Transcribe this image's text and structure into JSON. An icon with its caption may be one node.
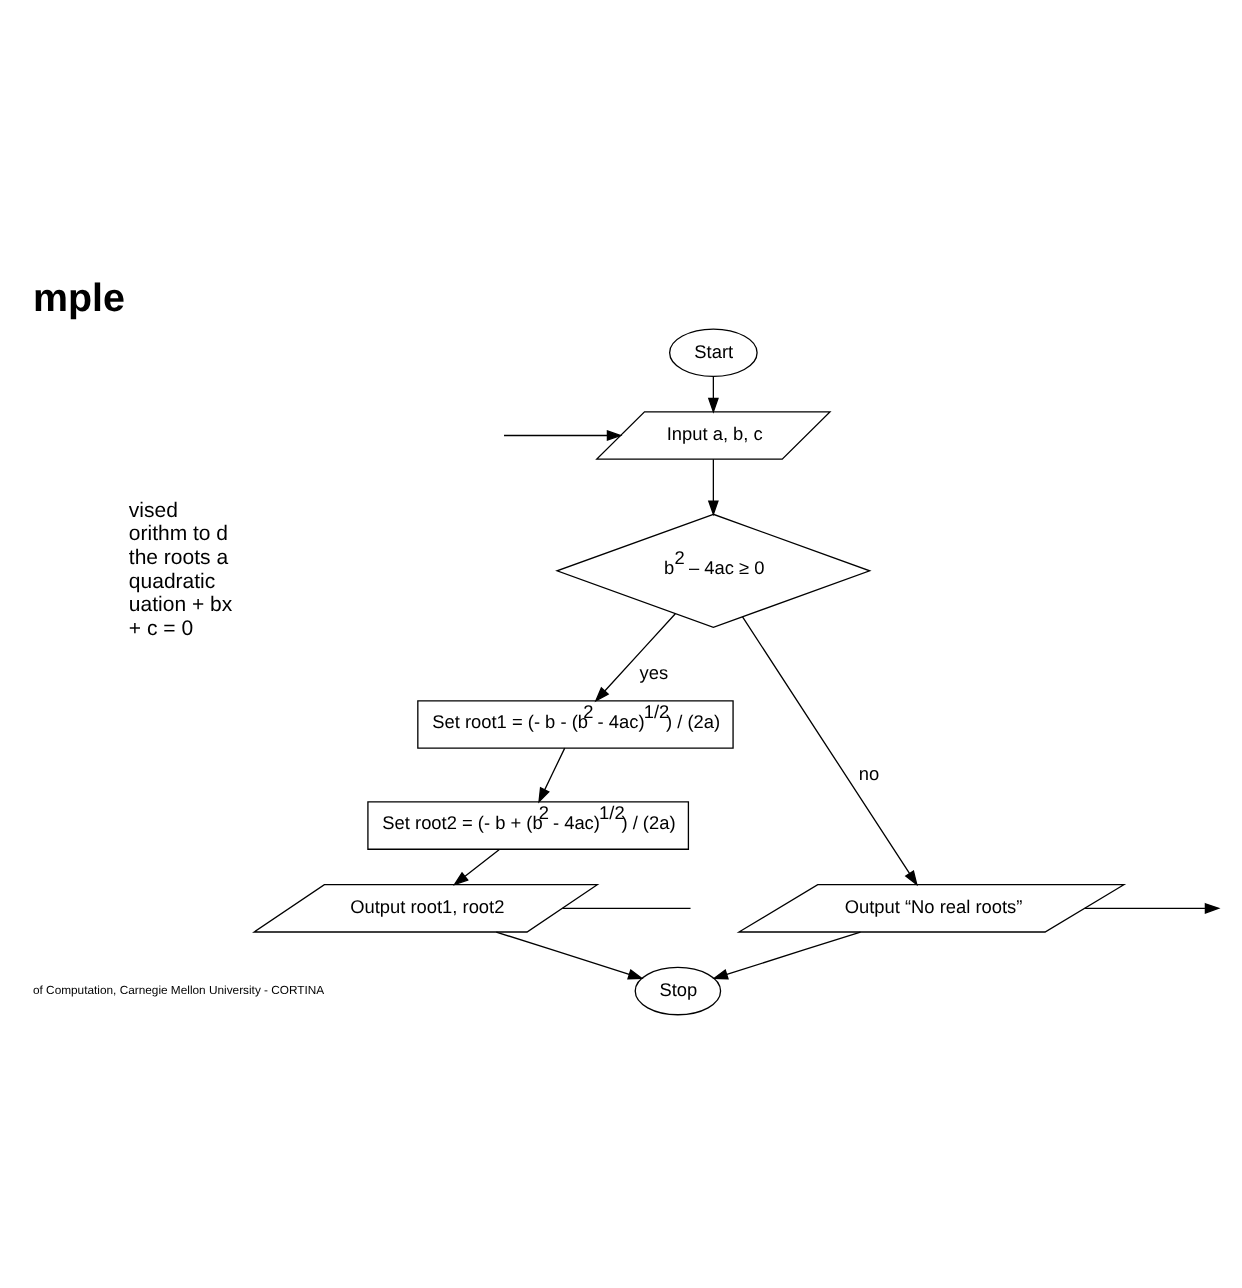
{
  "diagram": {
    "title": "mple",
    "nodes": [
      {
        "text": [
          "Start"
        ]
      },
      {
        "text": [
          "Input a, b, c"
        ]
      },
      {
        "text": [
          "b$^{2}$ – 4ac ≥ 0"
        ]
      },
      {
        "text": [
          "Set root1 = (- b - (b$^{2}$ - 4ac)$^{1/2}$) / (2a)"
        ]
      },
      {
        "text": [
          "Set root2 = (- b + (b$^{2}$ - 4ac)$^{1/2}$) / (2a)"
        ]
      },
      {
        "text": [
          "Output “No real roots”"
        ]
      },
      {
        "text": [
          "Output root1, root2"
        ]
      },
      {
        "text": [
          "Stop"
        ]
      }
    ],
    "edges": [
      {
        "from": 0,
        "to": 1,
        "arrow": "to"
      },
      {
        "from": null,
        "to": 1,
        "arrow": "to"
      },
      {
        "from": 1,
        "to": 2,
        "arrow": "to"
      },
      {
        "from": 2,
        "to": 3,
        "arrow": "to",
        "label": "yes"
      },
      {
        "from": 2,
        "to": 5,
        "arrow": "to",
        "label": "no"
      },
      {
        "from": 3,
        "to": 4,
        "arrow": "to"
      },
      {
        "from": 4,
        "to": 6,
        "arrow": "to"
      },
      {
        "from": 5,
        "to": 7,
        "arrow": "to"
      },
      {
        "from": 6,
        "to": 7,
        "arrow": "to"
      },
      {
        "from": 5,
        "to": null,
        "arrow": "to"
      },
      {
        "from": 6,
        "to": null,
        "arrow": "none"
      }
    ],
    "labels": [
      "vised orithm to d the roots a quadratic uation + bx + c = 0",
      "of Computation, Carnegie Mellon University - CORTINA"
    ]
  }
}
